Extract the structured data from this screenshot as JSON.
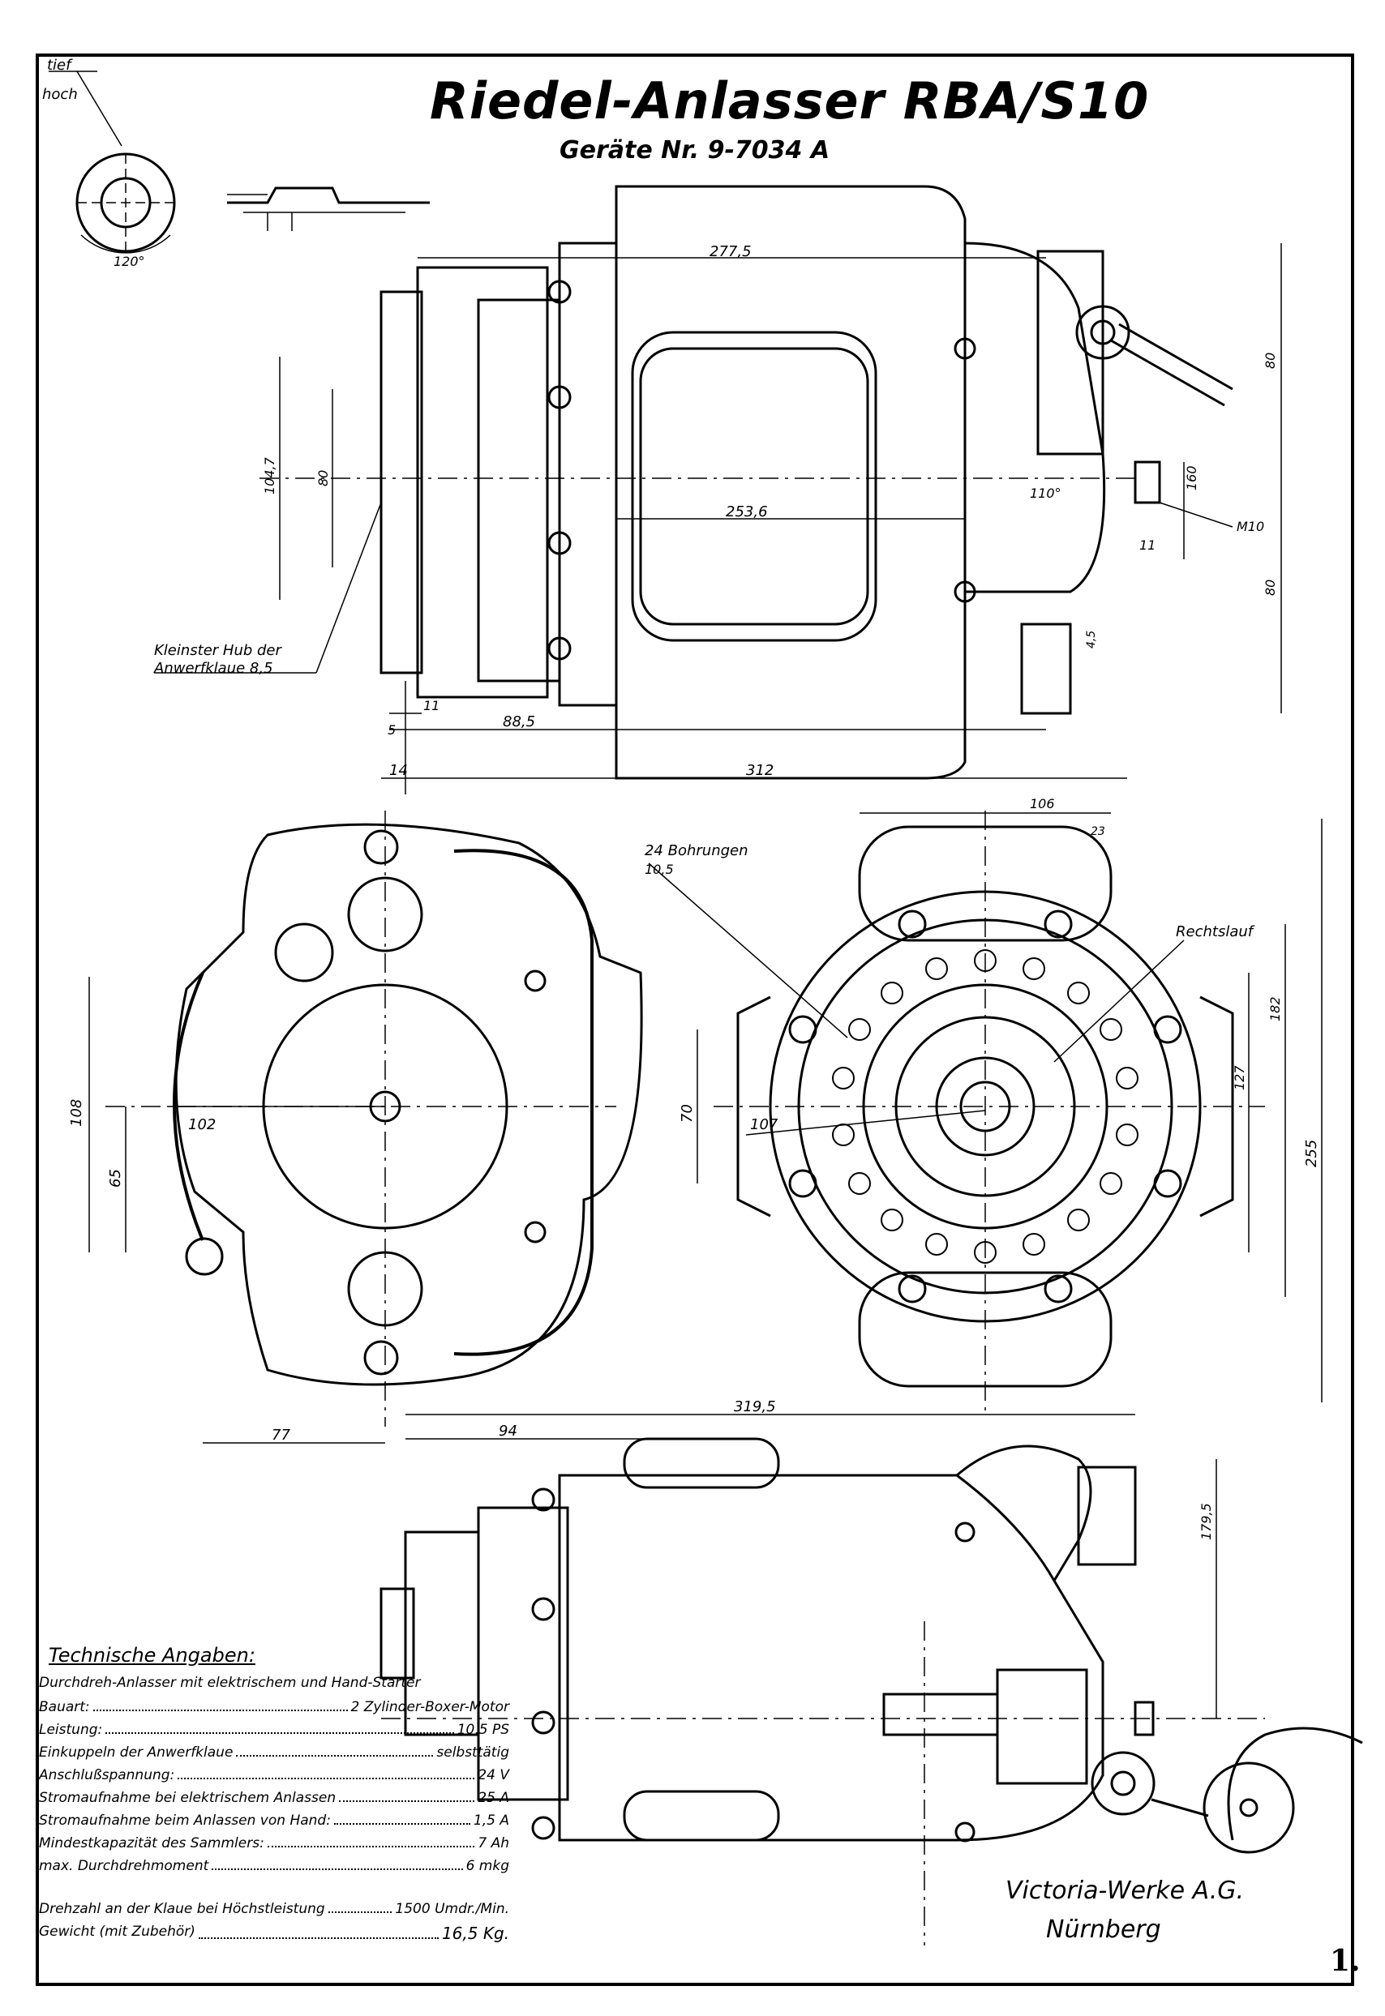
{
  "title": "Riedel-Anlasser RBA/S10",
  "subtitle": "Geräte Nr. 9-7034 A",
  "detail_labels": {
    "tief": "tief",
    "hoch": "hoch",
    "angle": "120°"
  },
  "side_view": {
    "dims": {
      "d277_5": "277,5",
      "d253_6": "253,6",
      "d110": "110°",
      "d104_7": "104,7",
      "d80a": "80",
      "d80b": "80",
      "d80c": "80",
      "d160": "160",
      "m10": "M10",
      "d11": "11",
      "d4_5": "4,5",
      "d11b": "11",
      "d5": "5",
      "d88_5": "88,5",
      "d14": "14",
      "d312": "312"
    },
    "note_line1": "Kleinster Hub der",
    "note_line2": "Anwerfklaue 8,5"
  },
  "front_view": {
    "dims": {
      "d108": "108",
      "d102": "102",
      "d65": "65",
      "d77": "77"
    }
  },
  "rear_view": {
    "bohrungen_line1": "24 Bohrungen",
    "bohrungen_line2": "10,5",
    "rechtslauf": "Rechtslauf",
    "dims": {
      "d106": "106",
      "d23": "23",
      "d70": "70",
      "d107": "107",
      "d127": "127",
      "d182": "182",
      "d255": "255"
    }
  },
  "top_view": {
    "dims": {
      "d319_5": "319,5",
      "d94": "94",
      "d179_5": "179,5"
    }
  },
  "specs": {
    "heading": "Technische Angaben:",
    "intro": "Durchdreh-Anlasser mit elektrischem und Hand-Starter",
    "rows": [
      {
        "label": "Bauart:",
        "value": "2 Zylinder-Boxer-Motor"
      },
      {
        "label": "Leistung:",
        "value": "10,5 PS"
      },
      {
        "label": "Einkuppeln der Anwerfklaue",
        "value": "selbsttätig"
      },
      {
        "label": "Anschlußspannung:",
        "value": "24 V"
      },
      {
        "label": "Stromaufnahme bei elektrischem Anlassen",
        "value": "25 A"
      },
      {
        "label": "Stromaufnahme beim Anlassen von Hand:",
        "value": "1,5 A"
      },
      {
        "label": "Mindestkapazität des Sammlers:",
        "value": "7 Ah"
      },
      {
        "label": "max. Durchdrehmoment",
        "value": "6 mkg"
      }
    ],
    "speed_label": "Drehzahl an der Klaue bei Höchstleistung",
    "speed_value": "1500 Umdr./Min.",
    "weight_label": "Gewicht (mit Zubehör)",
    "weight_value": "16,5 Kg."
  },
  "maker": "Victoria-Werke A.G.",
  "city": "Nürnberg",
  "page_number": "1."
}
